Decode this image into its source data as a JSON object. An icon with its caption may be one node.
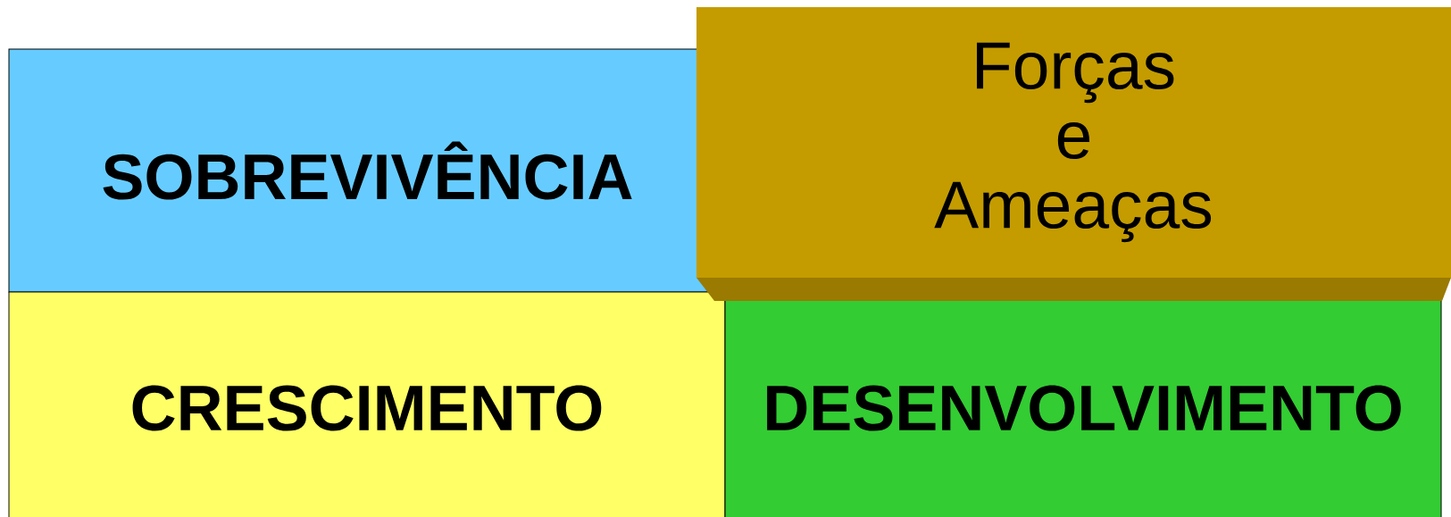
{
  "diagram": {
    "nodes": [
      {
        "text": [
          "SOBREVIVÊNCIA"
        ]
      },
      {
        "text": [
          "Forças e Ameaças"
        ]
      },
      {
        "text": [
          "CRESCIMENTO"
        ]
      },
      {
        "text": [
          "DESENVOLVIMENTO"
        ]
      }
    ],
    "edges": []
  }
}
